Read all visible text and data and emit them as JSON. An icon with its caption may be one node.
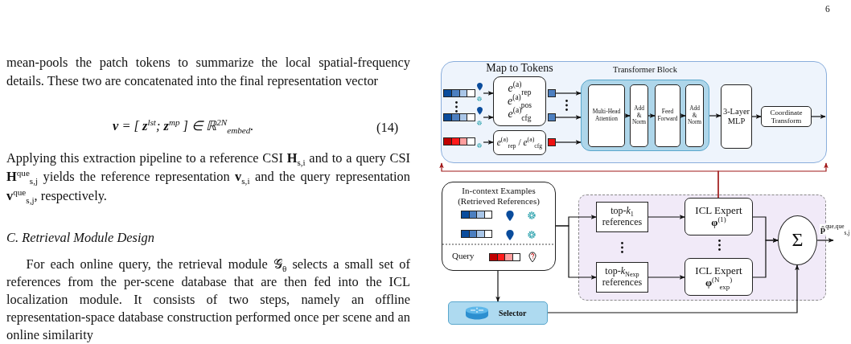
{
  "diagram": {
    "nodes": [
      {
        "text": [],
        "shape": "box"
      },
      {
        "text": [],
        "shape": "bar",
        "in": 0
      },
      {
        "text": [],
        "shape": "bar",
        "in": 0
      },
      {
        "text": [],
        "shape": "bar",
        "in": 0
      },
      {
        "text": [
          "Map to Tokens",
          "*e*$^{(a)}$$_{rep}$",
          "*e*$^{(a)}$$_{pos}$",
          "*e*$^{(a)}$$_{cfg}$"
        ],
        "in": 0
      },
      {
        "text": [
          "*e*$^{(a)}$$_{rep}$ / *e*$^{(a)}$$_{cfg}$"
        ],
        "in": 0
      },
      {
        "text": [],
        "shape": "box",
        "in": 0
      },
      {
        "text": [],
        "shape": "box",
        "in": 0
      },
      {
        "text": [],
        "shape": "box",
        "in": 0
      },
      {
        "text": [
          "Transformer Block"
        ],
        "in": 0
      },
      {
        "text": [
          "Multi-Head Attention"
        ],
        "in": 9
      },
      {
        "text": [
          "Add & Norm"
        ],
        "in": 9
      },
      {
        "text": [
          "Feed Forward"
        ],
        "in": 9
      },
      {
        "text": [
          "Add & Norm"
        ],
        "in": 9
      },
      {
        "text": [
          "3-Layer MLP"
        ],
        "in": 0
      },
      {
        "text": [
          "Coordinate Transform"
        ],
        "in": 0
      },
      {
        "text": [
          "In-context Examples (Retrieved References)",
          "Query"
        ]
      },
      {
        "text": [
          "Selector"
        ]
      },
      {
        "text": [],
        "shape": "box"
      },
      {
        "text": [
          "top-*k*$_{1}$ references"
        ],
        "in": 18
      },
      {
        "text": [
          "top-*k*$_{Nexp}$ references"
        ],
        "in": 18
      },
      {
        "text": [
          "ICL Expert",
          "**φ**$^{(1)}$"
        ],
        "in": 18
      },
      {
        "text": [
          "ICL Expert",
          "**φ**$^{(N}$$_{exp}$$^{)}$"
        ],
        "in": 18
      },
      {
        "text": [
          "Σ"
        ],
        "in": 18
      }
    ],
    "edges": [
      {
        "from": 1,
        "to": 4,
        "arrow": "to"
      },
      {
        "from": 2,
        "to": 4,
        "arrow": "to"
      },
      {
        "from": 3,
        "to": 5,
        "arrow": "to"
      },
      {
        "from": 6,
        "to": 9,
        "arrow": "to"
      },
      {
        "from": 7,
        "to": 9,
        "arrow": "to"
      },
      {
        "from": 8,
        "to": 9,
        "arrow": "to"
      },
      {
        "from": 10,
        "to": 11,
        "arrow": "to"
      },
      {
        "from": 11,
        "to": 12,
        "arrow": "to"
      },
      {
        "from": 12,
        "to": 13,
        "arrow": "to"
      },
      {
        "from": 9,
        "to": 14,
        "arrow": "to"
      },
      {
        "from": 14,
        "to": 15,
        "arrow": "to"
      },
      {
        "from": 15,
        "to": null,
        "arrow": "to"
      },
      {
        "from": 16,
        "to": 17,
        "arrow": "to"
      },
      {
        "from": 16,
        "to": 19,
        "arrow": "to"
      },
      {
        "from": 16,
        "to": 20,
        "arrow": "to"
      },
      {
        "from": 19,
        "to": 21,
        "arrow": "to"
      },
      {
        "from": 20,
        "to": 22,
        "arrow": "to"
      },
      {
        "from": 21,
        "to": 23,
        "arrow": "to"
      },
      {
        "from": 22,
        "to": 23,
        "arrow": "to"
      },
      {
        "from": 17,
        "to": 23,
        "arrow": "to"
      },
      {
        "from": 23,
        "to": null,
        "arrow": "to",
        "label": "**p̂**$^{que,que}$$_{s,j}$"
      },
      {
        "from": 21,
        "to": 0,
        "arrow": "to",
        "color": "#a01818"
      },
      {
        "from": 21,
        "to": 0,
        "arrow": "to",
        "color": "#a01818"
      }
    ],
    "labels": [
      "6",
      "mean-pools the patch tokens to summarize the local spatial-frequency details. These two are concatenated into the final representation vector",
      "**v** = [ **z**$^{lst}$; **z**$^{mp}$ ] ∈ ℝ$^{2N}$$_{embed}$.",
      "(14)",
      "Applying this extraction pipeline to a reference CSI **H**$_{s,i}$ and to a query CSI **H**$^{que}$$_{s,j}$ yields the reference representation **v**$_{s,i}$ and the query representation **v**$^{que}$$_{s,j}$, respectively.",
      "C. Retrieval Module Design",
      "For each online query, the retrieval module 𝒢$_{θ}$ selects a small set of references from the per-scene database that are then fed into the ICL localization module. It consists of two steps, namely an offline representation-space database construction performed once per scene and an online similarity"
    ]
  }
}
